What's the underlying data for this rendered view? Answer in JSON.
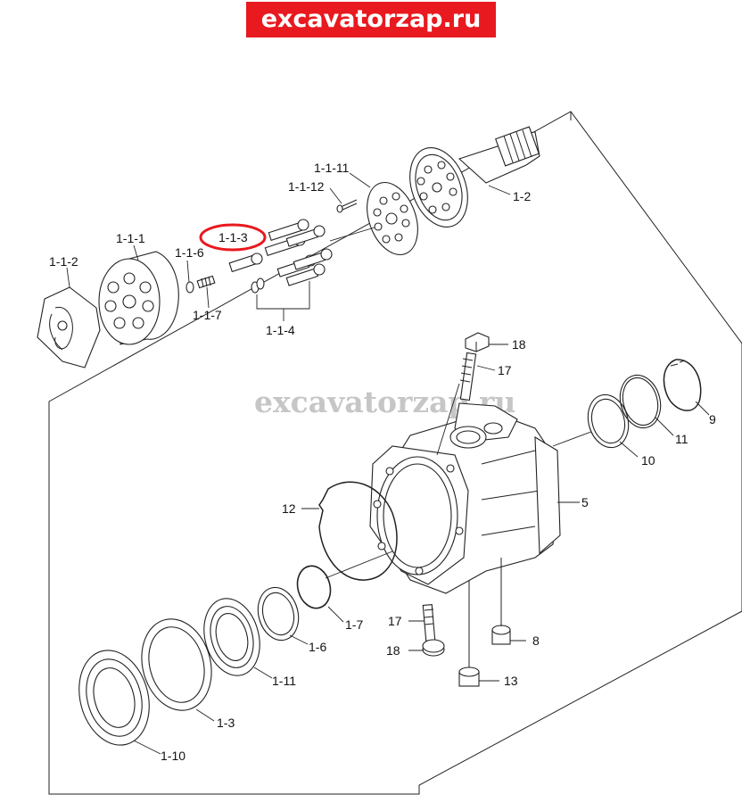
{
  "banner": {
    "text": "excavatorzap.ru",
    "bg_color": "#e8191f",
    "text_color": "#ffffff"
  },
  "watermark": {
    "text": "excavatorzap.ru"
  },
  "highlight": {
    "label": "1-1-3",
    "ring_color": "#e8191f"
  },
  "labels": {
    "p_1_1_11": "1-1-11",
    "p_1_1_12": "1-1-12",
    "p_1_2": "1-2",
    "p_1_1_3": "1-1-3",
    "p_1_1_1": "1-1-1",
    "p_1_1_6a": "1-1-6",
    "p_1_1_2": "1-1-2",
    "p_1_1_7": "1-1-7",
    "p_1_1_4": "1-1-4",
    "p_18a": "18",
    "p_17a": "17",
    "p_9": "9",
    "p_11": "11",
    "p_10": "10",
    "p_5": "5",
    "p_12": "12",
    "p_1_7": "1-7",
    "p_17b": "17",
    "p_1_6": "1-6",
    "p_8": "8",
    "p_18b": "18",
    "p_1_11": "1-11",
    "p_13": "13",
    "p_1_3": "1-3",
    "p_1_10": "1-10"
  }
}
